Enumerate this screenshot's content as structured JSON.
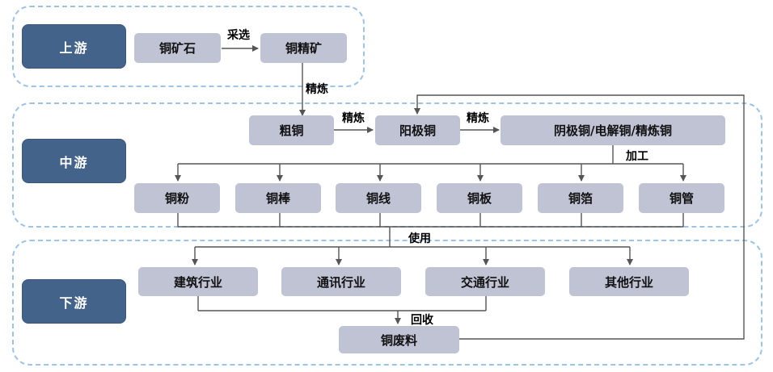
{
  "stages": {
    "upstream": "上游",
    "midstream": "中游",
    "downstream": "下游"
  },
  "nodes": {
    "ore": "铜矿石",
    "concentrate": "铜精矿",
    "blister": "粗铜",
    "anode": "阳极铜",
    "cathode": "阴极铜/电解铜/精炼铜",
    "powder": "铜粉",
    "rod": "铜棒",
    "wire": "铜线",
    "plate": "铜板",
    "foil": "铜箔",
    "tube": "铜管",
    "construction": "建筑行业",
    "telecom": "通讯行业",
    "transport": "交通行业",
    "other": "其他行业",
    "scrap": "铜废料"
  },
  "edge_labels": {
    "beneficiation": "采选",
    "refine1": "精炼",
    "refine2": "精炼",
    "refine3": "精炼",
    "process": "加工",
    "use": "使用",
    "recycle": "回收"
  },
  "colors": {
    "stage_fill": "#44638a",
    "node_fill": "#bfc3d4",
    "zone_border": "#9dc3e6",
    "line": "#555555"
  }
}
